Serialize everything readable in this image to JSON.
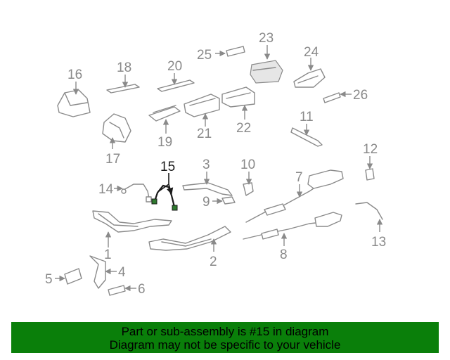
{
  "diagram": {
    "callouts": [
      "1",
      "2",
      "3",
      "4",
      "5",
      "6",
      "7",
      "8",
      "9",
      "10",
      "11",
      "12",
      "13",
      "14",
      "15",
      "16",
      "17",
      "18",
      "19",
      "20",
      "21",
      "22",
      "23",
      "24",
      "25",
      "26"
    ],
    "highlighted": "15"
  },
  "banner": {
    "line1": "Part or sub-assembly is #15 in diagram",
    "line2": "Diagram may not be specific to your vehicle",
    "background": "#0a7f0a"
  }
}
